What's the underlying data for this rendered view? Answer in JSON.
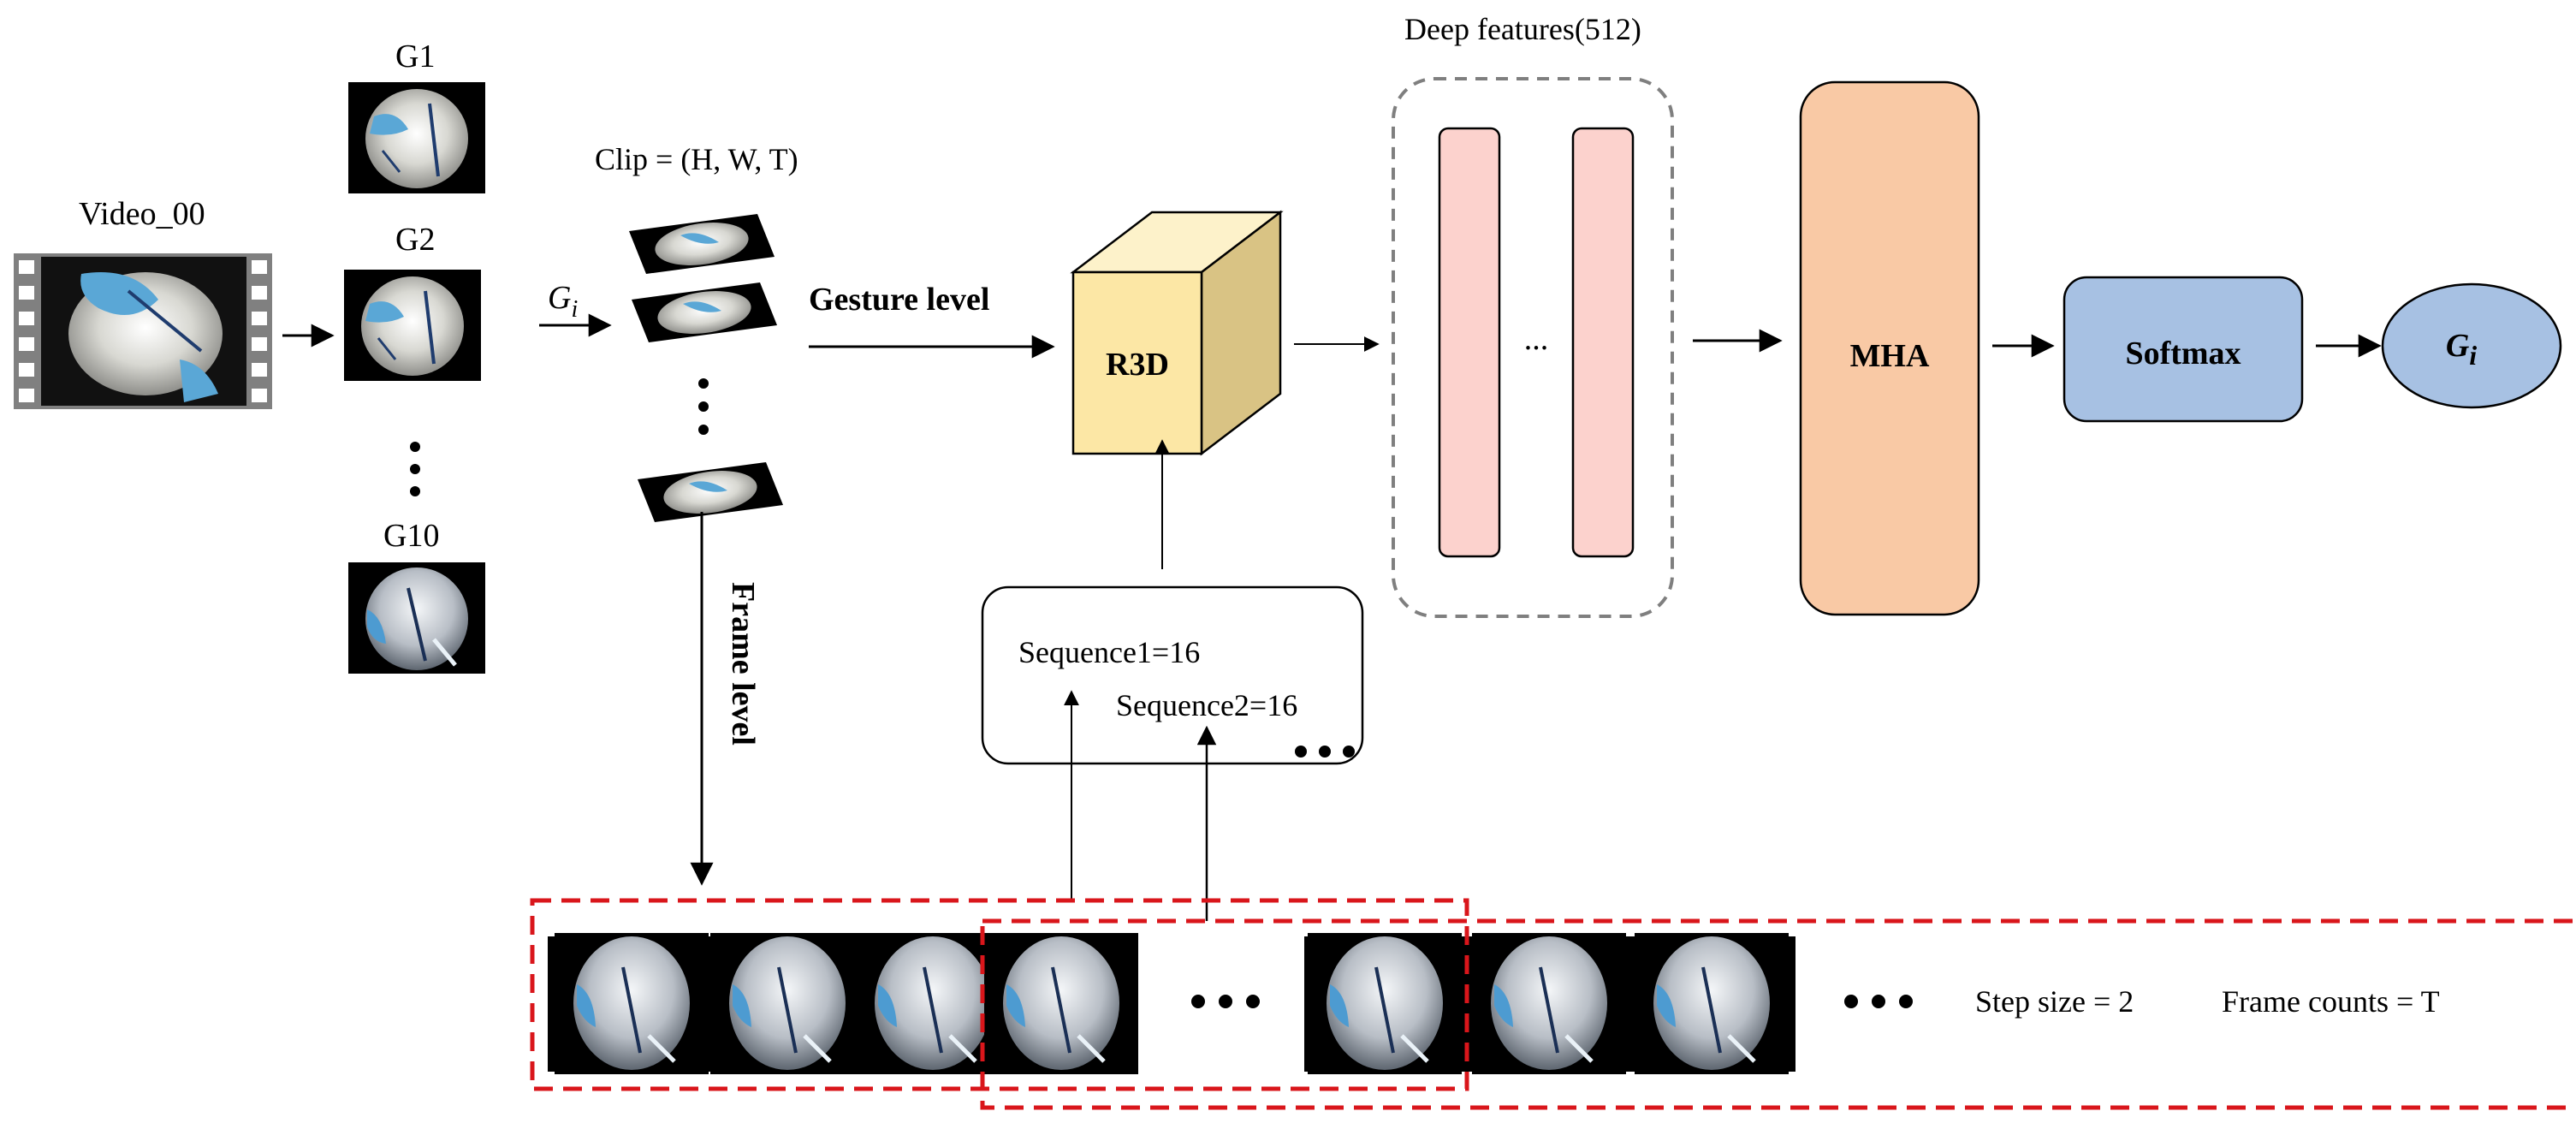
{
  "video": {
    "label": "Video_00"
  },
  "gestures": {
    "g1": "G1",
    "g2": "G2",
    "g10": "G10"
  },
  "clip": {
    "label": "Clip = (H, W, T)"
  },
  "gi_symbol": {
    "base": "G",
    "sub": "i"
  },
  "arrows": {
    "gesture_level": "Gesture level",
    "frame_level": "Frame level"
  },
  "r3d": {
    "label": "R3D"
  },
  "deep_features": {
    "title": "Deep features(512)",
    "ellipsis": "..."
  },
  "mha": {
    "label": "MHA"
  },
  "softmax": {
    "label": "Softmax"
  },
  "output": {
    "base": "G",
    "sub": "i"
  },
  "sequence_box": {
    "seq1": "Sequence1=16",
    "seq2": "Sequence2=16"
  },
  "frames_strip": {
    "step_size": "Step size = 2",
    "frame_counts": "Frame counts = T"
  },
  "colors": {
    "r3d_front": "#FCE7A5",
    "r3d_top": "#FDF2CA",
    "r3d_side": "#D9C384",
    "feature_bar": "#FCD2CD",
    "mha": "#F9C9A5",
    "softmax": "#A7C1E3",
    "output": "#A7C1E3",
    "dash_red": "#D9161B",
    "dash_gray": "#7F7F7F"
  }
}
